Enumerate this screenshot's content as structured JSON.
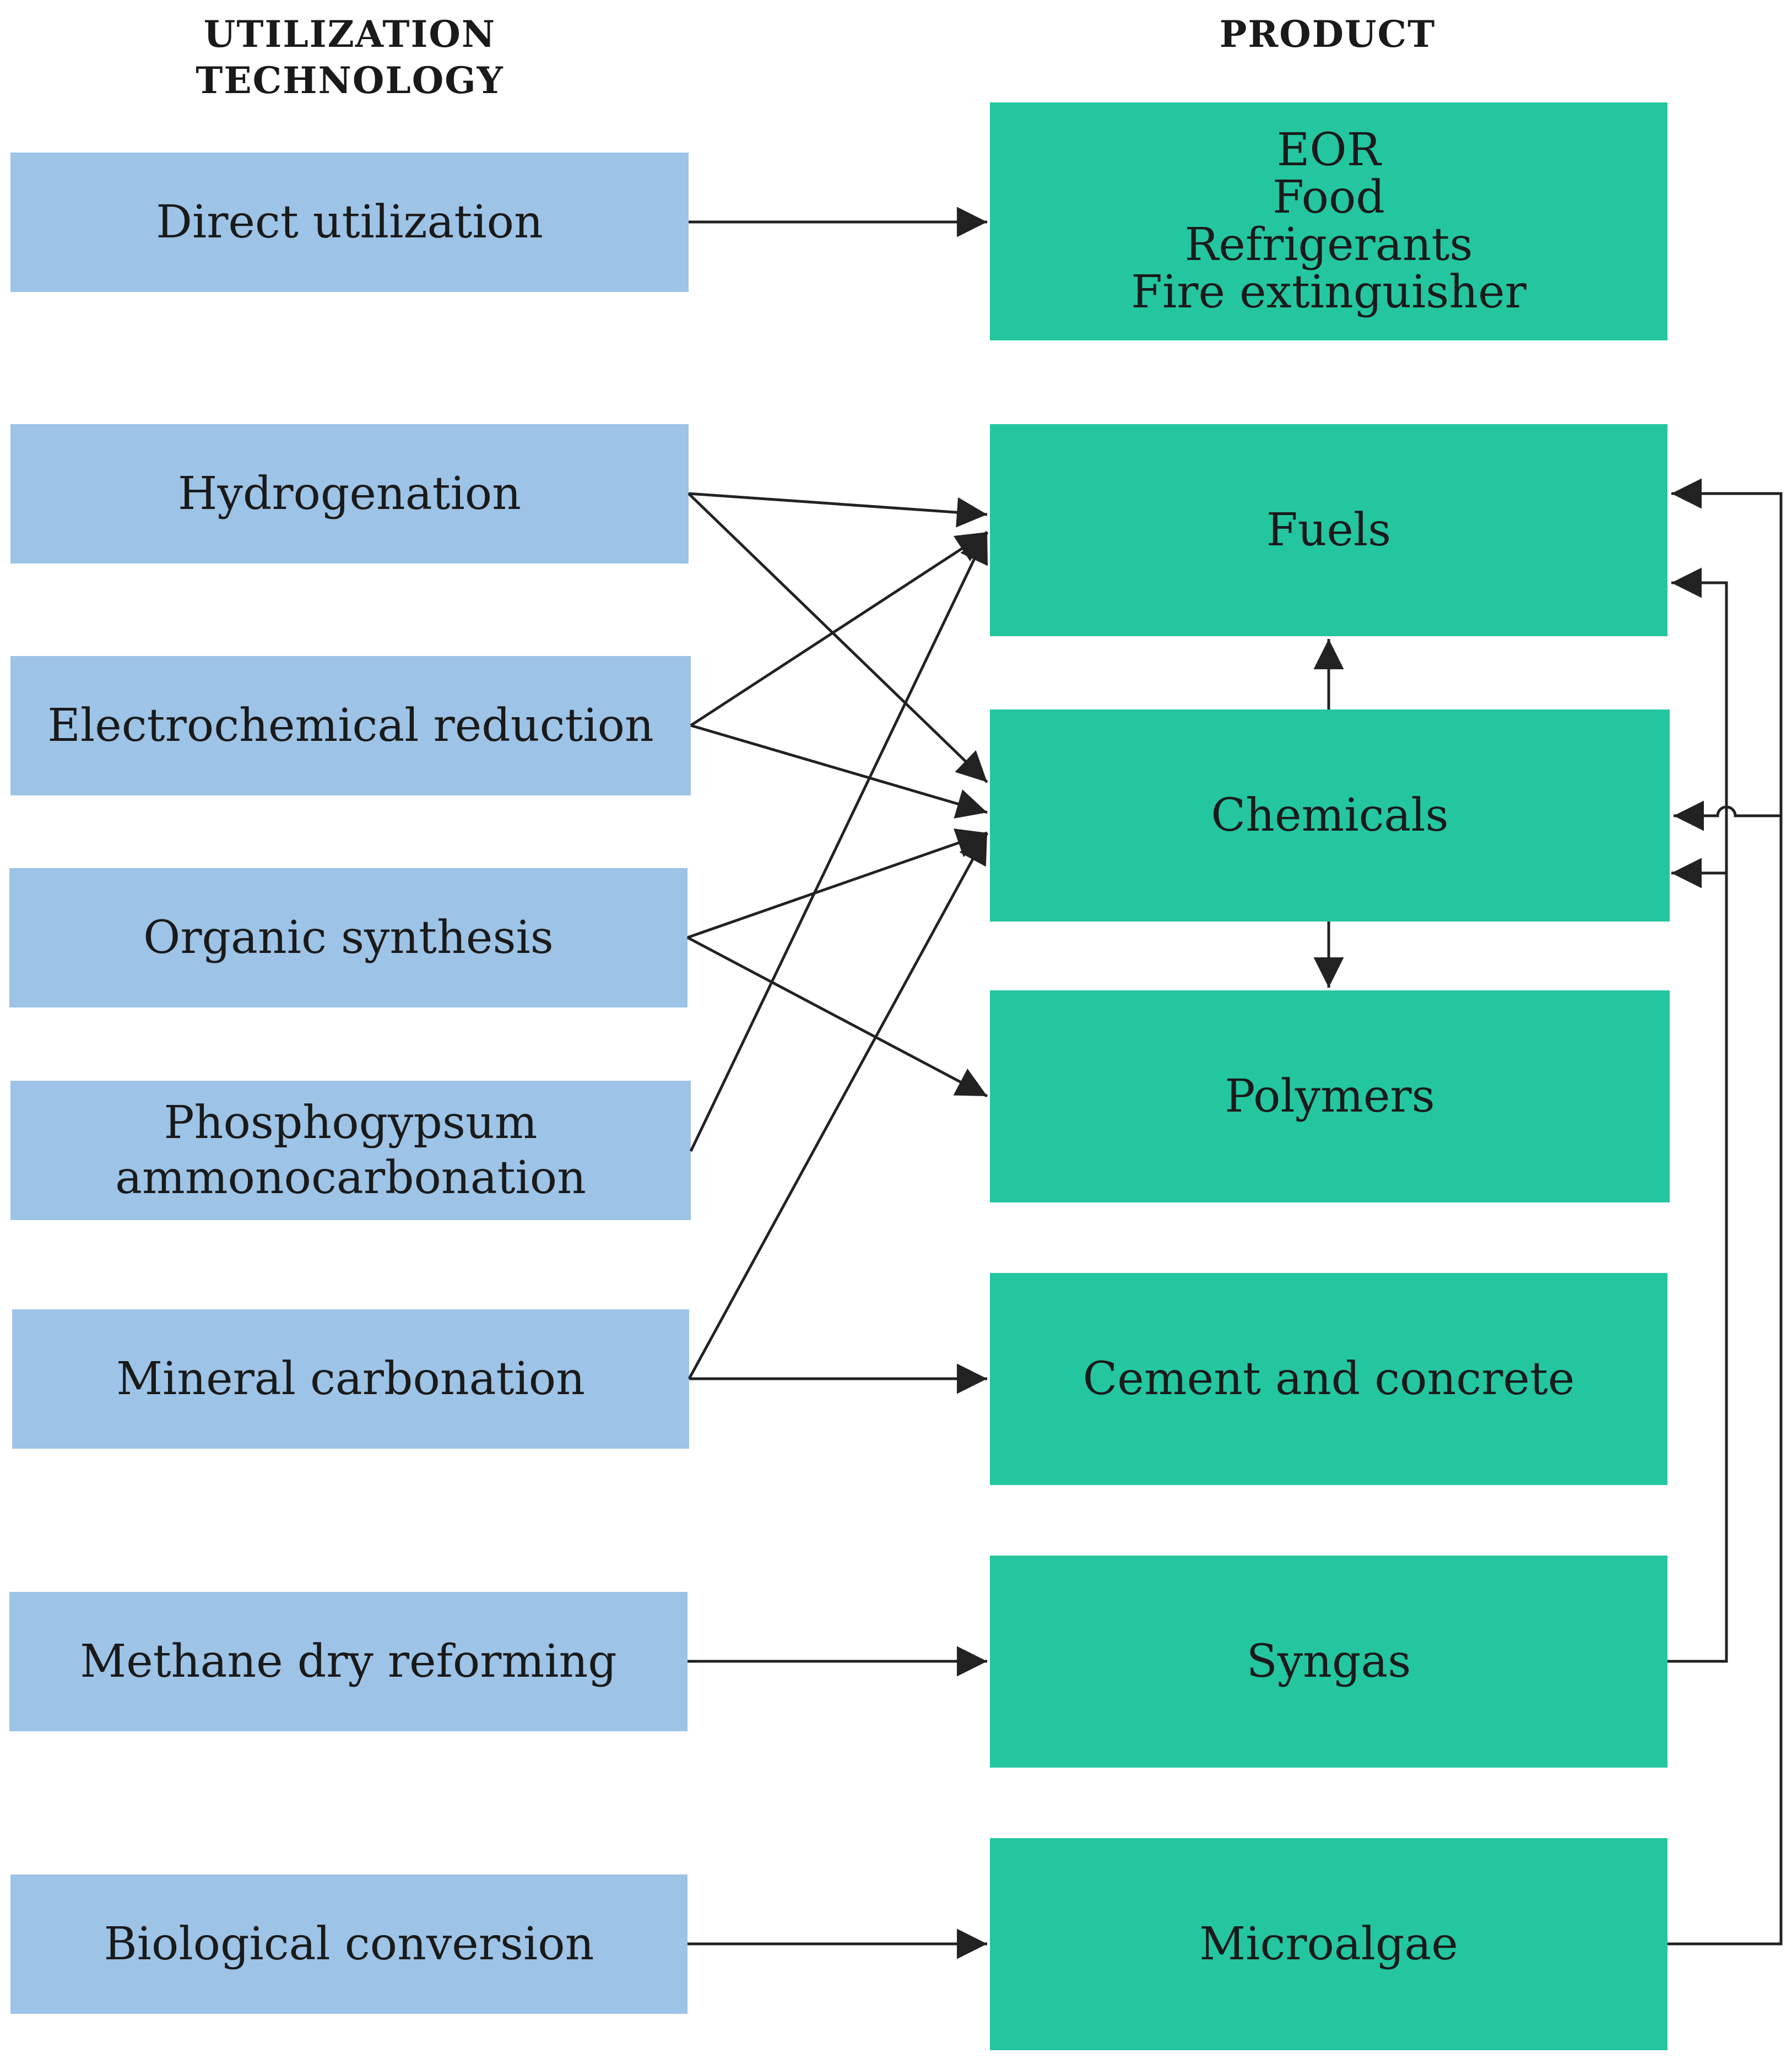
{
  "headers": {
    "technology": [
      "UTILIZATION",
      "TECHNOLOGY"
    ],
    "product": "PRODUCT"
  },
  "technologies": {
    "direct": [
      "Direct utilization"
    ],
    "hydrogenation": [
      "Hydrogenation"
    ],
    "electrochemical": [
      "Electrochemical reduction"
    ],
    "organic": [
      "Organic synthesis"
    ],
    "phosphogypsum": [
      "Phosphogypsum",
      "ammonocarbonation"
    ],
    "mineral": [
      "Mineral carbonation"
    ],
    "methane": [
      "Methane dry reforming"
    ],
    "biological": [
      "Biological conversion"
    ]
  },
  "products": {
    "direct_products": [
      "EOR",
      "Food",
      "Refrigerants",
      "Fire extinguisher"
    ],
    "fuels": [
      "Fuels"
    ],
    "chemicals": [
      "Chemicals"
    ],
    "polymers": [
      "Polymers"
    ],
    "cement": [
      "Cement and concrete"
    ],
    "syngas": [
      "Syngas"
    ],
    "microalgae": [
      "Microalgae"
    ]
  },
  "links": [
    {
      "from": "Direct utilization",
      "to": "EOR / Food / Refrigerants / Fire extinguisher"
    },
    {
      "from": "Hydrogenation",
      "to": "Fuels"
    },
    {
      "from": "Hydrogenation",
      "to": "Chemicals"
    },
    {
      "from": "Electrochemical reduction",
      "to": "Fuels"
    },
    {
      "from": "Electrochemical reduction",
      "to": "Chemicals"
    },
    {
      "from": "Organic synthesis",
      "to": "Chemicals"
    },
    {
      "from": "Organic synthesis",
      "to": "Polymers"
    },
    {
      "from": "Phosphogypsum ammonocarbonation",
      "to": "Fuels"
    },
    {
      "from": "Mineral carbonation",
      "to": "Chemicals"
    },
    {
      "from": "Mineral carbonation",
      "to": "Cement and concrete"
    },
    {
      "from": "Methane dry reforming",
      "to": "Syngas"
    },
    {
      "from": "Biological conversion",
      "to": "Microalgae"
    },
    {
      "from": "Chemicals",
      "to": "Fuels"
    },
    {
      "from": "Chemicals",
      "to": "Polymers"
    },
    {
      "from": "Syngas",
      "to": "Fuels"
    },
    {
      "from": "Syngas",
      "to": "Chemicals"
    },
    {
      "from": "Microalgae",
      "to": "Fuels"
    },
    {
      "from": "Microalgae",
      "to": "Chemicals"
    }
  ]
}
